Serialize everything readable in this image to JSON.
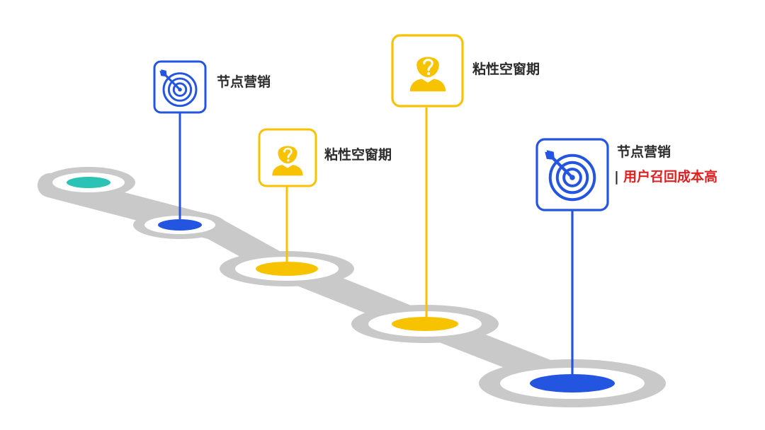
{
  "colors": {
    "road": "#c9c9c9",
    "ring": "#ffffff",
    "start_dot": "#2ac3b5",
    "blue": "#2455e0",
    "yellow": "#f7c300",
    "label": "#2b2b2b",
    "note": "#e02020"
  },
  "icons": {
    "marketing": "target-arrow-icon",
    "retention": "person-question-icon"
  },
  "milestones": [
    {
      "label": "节点营销",
      "icon": "target-arrow-icon",
      "color": "#2455e0"
    },
    {
      "label": "粘性空窗期",
      "icon": "person-question-icon",
      "color": "#f7c300"
    },
    {
      "label": "粘性空窗期",
      "icon": "person-question-icon",
      "color": "#f7c300"
    },
    {
      "label": "节点营销",
      "icon": "target-arrow-icon",
      "color": "#2455e0",
      "note_bar": "|",
      "note": "用户召回成本高"
    }
  ]
}
